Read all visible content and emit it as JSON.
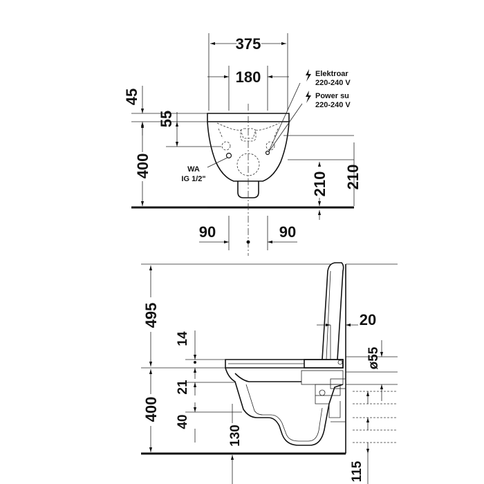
{
  "front_view": {
    "dimensions": {
      "width_total": "375",
      "hole_spacing": "180",
      "top_offset": "45",
      "seat_offset": "55",
      "height": "400",
      "connection_height": "210",
      "connection_height_cut": "210",
      "left_offset": "90",
      "right_offset": "90"
    },
    "labels": {
      "water_line1": "WA",
      "water_line2": "IG 1/2\"",
      "power_de_line1": "Elektroar",
      "power_de_line2": "220-240 V",
      "power_en_line1": "Power su",
      "power_en_line2": "220-240 V"
    }
  },
  "side_view": {
    "dimensions": {
      "lid_height": "495",
      "seat_gap": "14",
      "seat_thickness": "21",
      "height": "400",
      "inlet_height": "40",
      "outlet_height": "130",
      "wall_offset": "20",
      "pipe_diameter": "ø55",
      "drain_height": "115"
    }
  }
}
